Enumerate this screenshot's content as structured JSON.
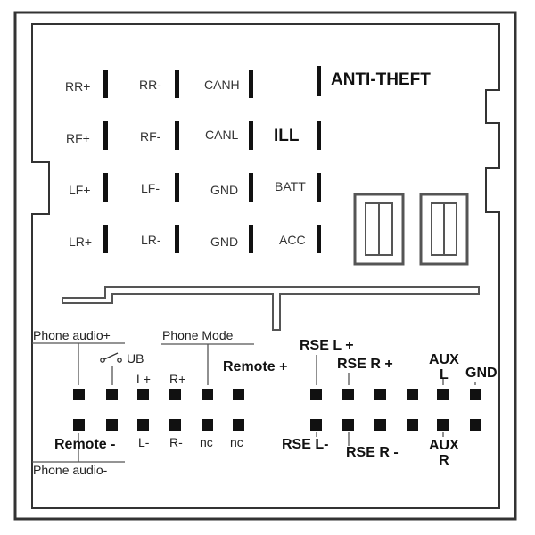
{
  "upper_block": {
    "col1": [
      "RR+",
      "RF+",
      "LF+",
      "LR+"
    ],
    "col2": [
      "RR-",
      "RF-",
      "LF-",
      "LR-"
    ],
    "col3": [
      "CANH",
      "CANL",
      "GND",
      "GND"
    ],
    "col4": [
      "ILL",
      "BATT",
      "ACC"
    ],
    "anti_theft": "ANTI-THEFT"
  },
  "lower_left": {
    "phone_audio_plus": "Phone audio+",
    "ub": "UB",
    "phone_mode": "Phone Mode",
    "remote_plus": "Remote +",
    "l_plus": "L+",
    "r_plus": "R+",
    "remote_minus": "Remote -",
    "l_minus": "L-",
    "r_minus": "R-",
    "nc1": "nc",
    "nc2": "nc",
    "phone_audio_minus": "Phone audio-"
  },
  "lower_right": {
    "rse_l_plus": "RSE L +",
    "rse_r_plus": "RSE R +",
    "aux_l": "AUX\nL",
    "gnd": "GND",
    "rse_l_minus": "RSE L-",
    "rse_r_minus": "RSE R -",
    "aux_r": "AUX\nR"
  }
}
